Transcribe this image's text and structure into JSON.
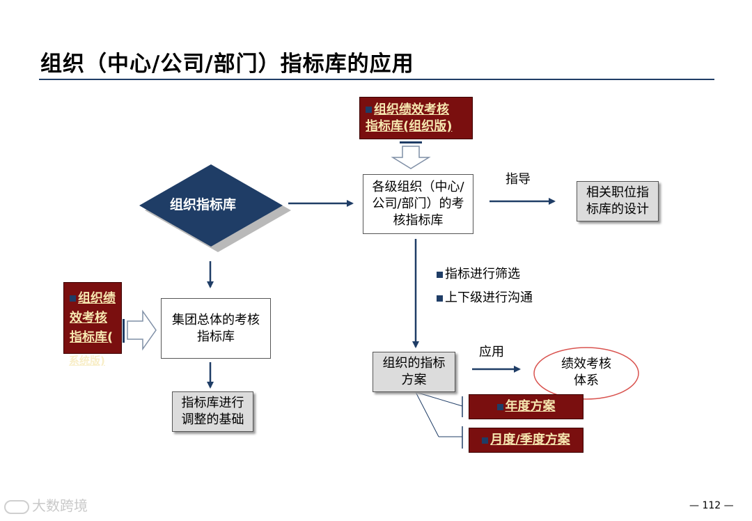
{
  "title": "组织（中心/公司/部门）指标库的应用",
  "diamond": {
    "label": "组织指标库"
  },
  "top_red": {
    "line1": "组织绩效考核",
    "line2": "指标库(组织版)"
  },
  "center_box": {
    "line1": "各级组织（中心/",
    "line2": "公司/部门）的考",
    "line3": "核指标库"
  },
  "guide_label": "指导",
  "right_box": {
    "line1": "相关职位指",
    "line2": "标库的设计"
  },
  "filters": [
    "指标进行筛选",
    "上下级进行沟通"
  ],
  "left_red": {
    "line1": "组织绩",
    "line2": "效考核",
    "line3": "指标库(",
    "line4": "系统版)"
  },
  "group_box": {
    "line1": "集团总体的考核",
    "line2": "指标库"
  },
  "adjust_box": {
    "line1": "指标库进行",
    "line2": "调整的基础"
  },
  "plan_box": {
    "line1": "组织的指标",
    "line2": "方案"
  },
  "apply_label": "应用",
  "ellipse": {
    "line1": "绩效考核",
    "line2": "体系"
  },
  "annual": "年度方案",
  "monthly": "月度/季度方案",
  "watermark": "大数跨境",
  "page_number": "— 112 —",
  "colors": {
    "navy": "#1f3d66",
    "dark_red": "#7a0f0f",
    "grey_box": "#dcdcdc",
    "ellipse_stroke": "#d9534f"
  }
}
